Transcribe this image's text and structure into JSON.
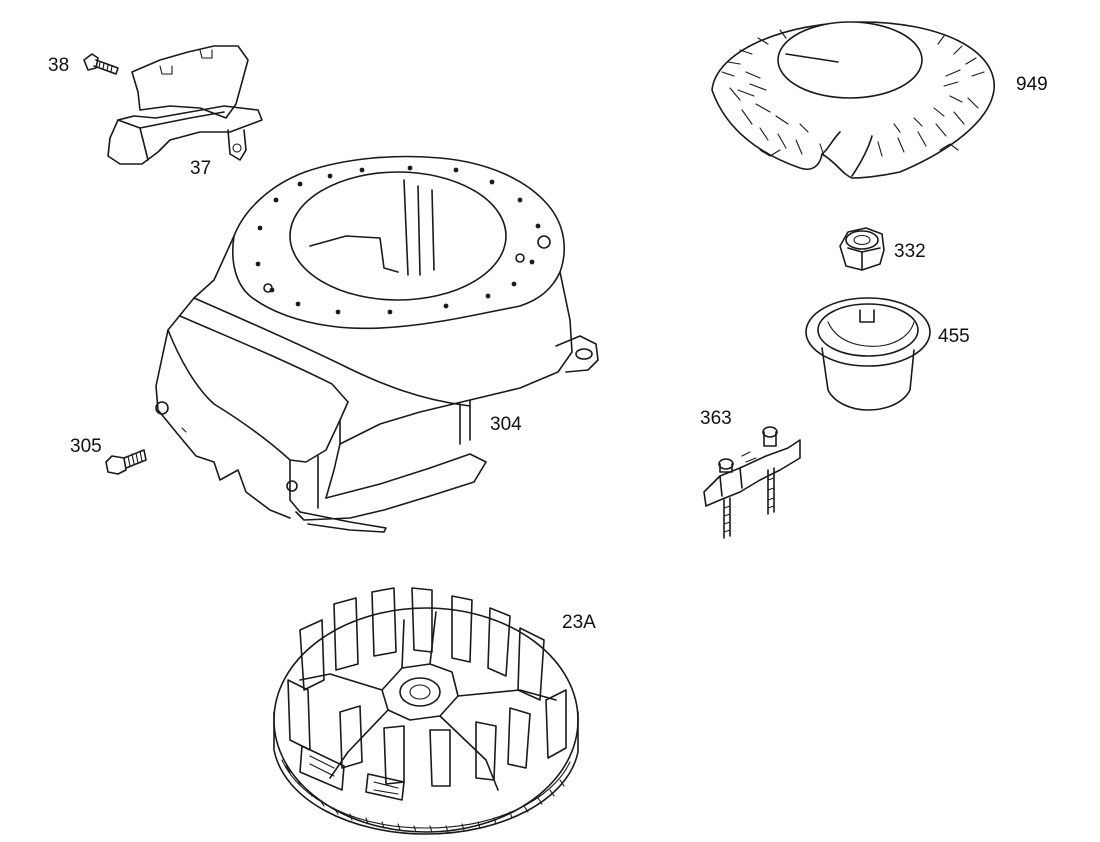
{
  "parts": [
    {
      "id": "p38",
      "label": "38",
      "icon": "screw-icon"
    },
    {
      "id": "p37",
      "label": "37",
      "icon": "baffle-icon"
    },
    {
      "id": "p304",
      "label": "304",
      "icon": "blower-housing-icon"
    },
    {
      "id": "p305",
      "label": "305",
      "icon": "screw-icon"
    },
    {
      "id": "p949",
      "label": "949",
      "icon": "rotating-screen-icon"
    },
    {
      "id": "p332",
      "label": "332",
      "icon": "nut-icon"
    },
    {
      "id": "p455",
      "label": "455",
      "icon": "cup-icon"
    },
    {
      "id": "p363",
      "label": "363",
      "icon": "bracket-icon"
    },
    {
      "id": "p23a",
      "label": "23A",
      "icon": "flywheel-icon"
    }
  ],
  "colors": {
    "line": "#1a1a1a",
    "background": "#ffffff"
  }
}
